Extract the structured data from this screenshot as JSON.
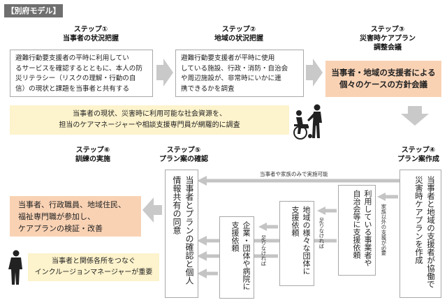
{
  "badge": "【別府モデル】",
  "step1": {
    "num": "ステップ①",
    "title": "当事者の状況把握",
    "lines": [
      "避難行動要支援者の平時に利用してい",
      "るサービスを確認するとともに、本人の防",
      "災リテラシー（リスクの理解・行動の自",
      "信）の現状と課題を当事者と共有する"
    ]
  },
  "step2": {
    "num": "ステップ②",
    "title": "地域の状況把握",
    "lines": [
      "避難行動要支援者が平時に使用",
      "している施設、行政・消防・自治会",
      "や周辺施設が、非常時にいかに連",
      "携できるかを調査"
    ]
  },
  "step3": {
    "num": "ステップ③",
    "title1": "災害時ケアプラン",
    "title2": "調整会議",
    "lines": [
      "当事者・地域の支援者による",
      "個々のケースの方針会議"
    ]
  },
  "survey_note": {
    "lines": [
      "当事者の現状、災害時に利用可能な社会資源を、",
      "担当のケアマネージャーや相談支援専門員が網羅的に調査"
    ]
  },
  "step4": {
    "num": "ステップ④",
    "title": "プラン案作成",
    "col_main": "で災害時ケアプランを作成",
    "col_main2": "当事者と地域の支援者が協働",
    "label_family_only": "当事者や家族のみで実施可能",
    "label_outside_family": "家族以外の支援が必要",
    "col_business": "自治会等に支援依頼",
    "col_business2": "利用している事業者や",
    "label_not_enough1": "足りなければ",
    "col_community": "支援依頼",
    "col_community2": "地域の様々な団体に",
    "label_not_enough2": "足りなければ",
    "col_corporate": "支援依頼",
    "col_corporate2": "企業・団体や病院に"
  },
  "step5": {
    "num": "ステップ⑤",
    "title": "プラン案の確認",
    "col_a": "個人情報共有の同意",
    "col_b": "当事者とプランの確認と"
  },
  "step6": {
    "num": "ステップ⑥",
    "title": "訓練の実施",
    "lines": [
      "当事者、行政職員、地域住民、",
      "福祉専門職が参加し、",
      "ケアプランの検証・改善"
    ]
  },
  "inclusion_note": {
    "lines": [
      "当事者と関係各所をつなぐ",
      "インクルージョンマネージャーが重要"
    ]
  },
  "colors": {
    "orange": "#f9d2b4",
    "cream": "#fdf3cc",
    "arrow_gray": "#c4c4c4",
    "badge_gray": "#6f6f6f"
  },
  "icons": [
    "wheelchair-caregiver-icon",
    "standing-person-icon"
  ]
}
